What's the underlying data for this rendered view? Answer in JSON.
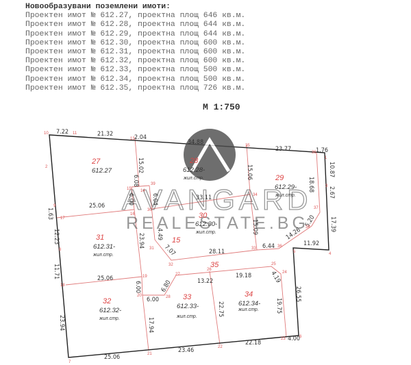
{
  "legend": {
    "heading": "Новообразувани поземлени имоти:",
    "rows": [
      "Проектен имот № 612.27, проектна площ 646 кв.м.",
      "Проектен имот № 612.28, проектна площ 644 кв.м.",
      "Проектен имот № 612.29, проектна площ 644 кв.м.",
      "Проектен имот № 612.30, проектна площ 600 кв.м.",
      "Проектен имот № 612.31, проектна площ 600 кв.м.",
      "Проектен имот № 612.32, проектна площ 600 кв.м.",
      "Проектен имот № 612.33, проектна площ 500 кв.м.",
      "Проектен имот № 612.34, проектна площ 500 кв.м.",
      "Проектен имот № 612.35, проектна площ 726 кв.м."
    ]
  },
  "scale": "М 1:750",
  "watermark": {
    "line1": "AVANGARD",
    "line2": "REALESTATE.BG"
  },
  "lots": [
    {
      "n": "27",
      "id": "612.27",
      "use": ""
    },
    {
      "n": "28",
      "id": "612.28-",
      "use": "жил.стр."
    },
    {
      "n": "29",
      "id": "612.29-",
      "use": "жил.стр."
    },
    {
      "n": "30",
      "id": "612.30-",
      "use": "жил.стр."
    },
    {
      "n": "31",
      "id": "612.31-",
      "use": "жил.стр."
    },
    {
      "n": "32",
      "id": "612.32-",
      "use": "жил.стр."
    },
    {
      "n": "33",
      "id": "612.33-",
      "use": "жил.стр."
    },
    {
      "n": "34",
      "id": "612.34-",
      "use": "жил.стр."
    },
    {
      "n": "35",
      "id": "",
      "use": ""
    },
    {
      "n": "15",
      "id": "",
      "use": ""
    }
  ],
  "dims": [
    "7.22",
    "21.32",
    "2.04",
    "34.88",
    "23.77",
    "1.76",
    "10.87",
    "2.67",
    "17.39",
    "11.92",
    "26.55",
    "4.00",
    "22.18",
    "23.46",
    "25.06",
    "23.94",
    "11.71",
    "12.23",
    "1.63",
    "15.02",
    "6.08",
    "6.00",
    "6.04",
    "25.06",
    "33.11",
    "15.06",
    "18.68",
    "5.20",
    "14.26",
    "6.44",
    "28.11",
    "7.07",
    "4.49",
    "23.94",
    "25.06",
    "6.00",
    "6.00",
    "6.80",
    "13.22",
    "19.18",
    "4.19",
    "22.75",
    "19.75",
    "17.94",
    "15.09"
  ],
  "points": [
    "10",
    "11",
    "13",
    "35",
    "36",
    "1",
    "2",
    "3",
    "4",
    "5",
    "6",
    "23",
    "22",
    "21",
    "7",
    "8",
    "9",
    "17",
    "18",
    "15",
    "14",
    "39",
    "16",
    "19",
    "20",
    "28",
    "27",
    "26",
    "25",
    "24",
    "31",
    "32",
    "33",
    "36",
    "38",
    "37",
    "34",
    "30"
  ],
  "colors": {
    "boundary": "#222222",
    "internal": "#e07a7a",
    "labels": "#d44444"
  }
}
